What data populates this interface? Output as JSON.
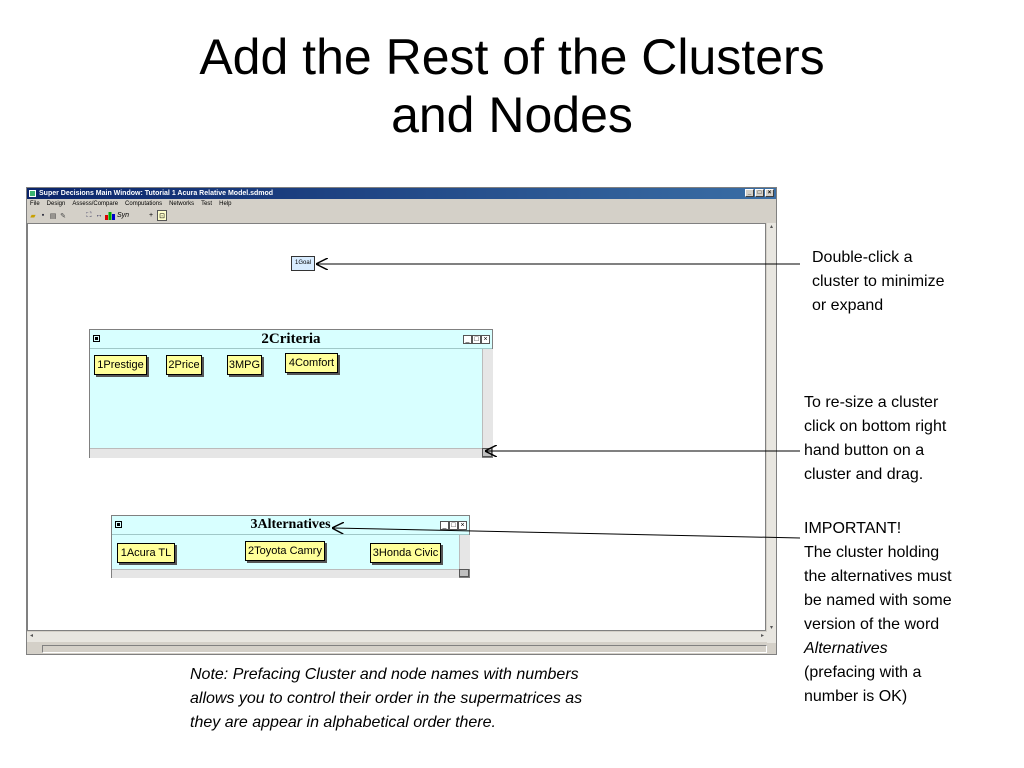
{
  "slide": {
    "title_line1": "Add the Rest of the Clusters",
    "title_line2": "and Nodes"
  },
  "app": {
    "window_title": "Super Decisions Main Window: Tutorial 1 Acura Relative Model.sdmod",
    "menu": [
      "File",
      "Design",
      "Assess/Compare",
      "Computations",
      "Networks",
      "Test",
      "Help"
    ],
    "toolbar_syn_label": "Syn",
    "minimized_cluster_label": "1Goal"
  },
  "clusters": {
    "criteria": {
      "title": "2Criteria",
      "nodes": [
        "1Prestige",
        "2Price",
        "3MPG",
        "4Comfort"
      ]
    },
    "alternatives": {
      "title": "3Alternatives",
      "nodes": [
        "1Acura TL",
        "2Toyota Camry",
        "3Honda Civic"
      ]
    }
  },
  "annotations": {
    "double_click": [
      "Double-click a",
      "cluster to minimize",
      "or expand"
    ],
    "resize": [
      "To re-size a cluster",
      "click on bottom right",
      "hand button on a",
      "cluster and drag."
    ],
    "important_heading": "IMPORTANT!",
    "important_lines": [
      "The cluster holding",
      "the alternatives must",
      "be named with some",
      "version of the word"
    ],
    "important_italic": "Alternatives",
    "important_tail": [
      "(prefacing with a",
      "number is OK)"
    ],
    "note_lines": [
      "Note: Prefacing Cluster and node names with numbers",
      "allows you to control their order in the supermatrices as",
      "they are appear in alphabetical order there."
    ]
  },
  "colors": {
    "cluster_bg": "#d8ffff",
    "node_bg": "#ffff99",
    "titlebar_start": "#0a246a",
    "titlebar_end": "#3a6ea5"
  }
}
